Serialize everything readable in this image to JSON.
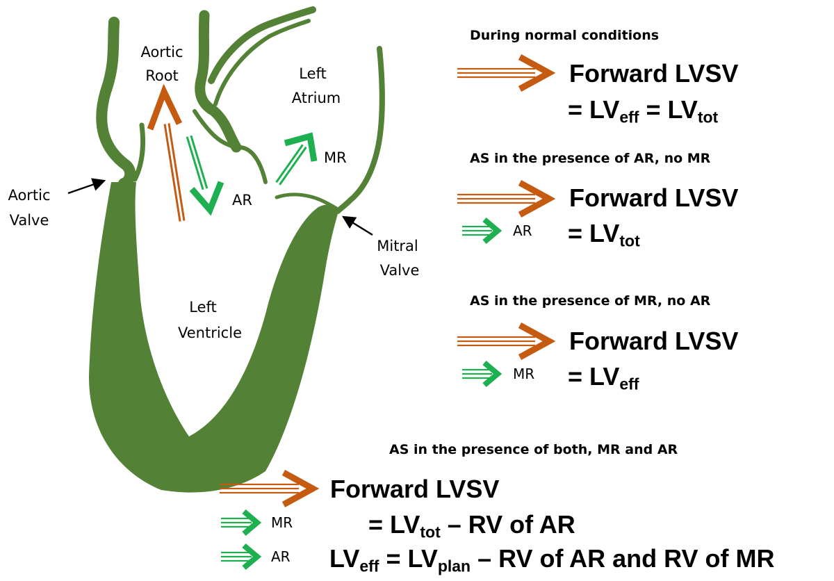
{
  "colors": {
    "heart": "#538135",
    "forward_arrow": "#C55A11",
    "regurg_arrow": "#1EB050"
  },
  "labels": {
    "aortic_root": [
      "Aortic",
      "Root"
    ],
    "left_atrium": [
      "Left",
      "Atrium"
    ],
    "aortic_valve": [
      "Aortic",
      "Valve"
    ],
    "mitral_valve": [
      "Mitral",
      "Valve"
    ],
    "left_ventricle": [
      "Left",
      "Ventricle"
    ],
    "mr": "MR",
    "ar": "AR"
  },
  "panels": [
    {
      "heading": "During normal conditions",
      "line1": "Forward LVSV",
      "line2_parts": [
        "= LV",
        "eff",
        " = LV",
        "tot"
      ]
    },
    {
      "heading": "AS in the presence of AR, no MR",
      "line1": "Forward LVSV",
      "legend_label": "AR",
      "line2_parts": [
        "= LV",
        "tot"
      ]
    },
    {
      "heading": "AS in the presence of MR, no AR",
      "line1": "Forward LVSV",
      "legend_label": "MR",
      "line2_parts": [
        "= LV",
        "eff"
      ]
    },
    {
      "heading": "AS in the presence of both, MR and AR",
      "line1": "Forward LVSV",
      "legend_label_1": "MR",
      "legend_label_2": "AR",
      "line2_parts": [
        "= LV",
        "tot",
        " – RV of AR"
      ],
      "line3_parts": [
        "LV",
        "eff",
        " = LV",
        "plan",
        " – RV of AR and RV of MR"
      ]
    }
  ]
}
